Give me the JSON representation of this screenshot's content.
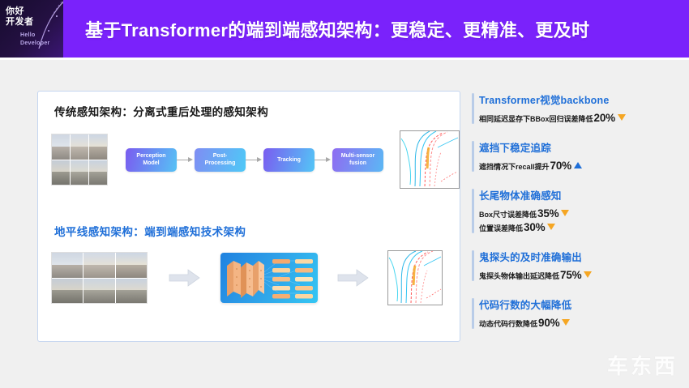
{
  "header": {
    "title": "基于Transformer的端到端感知架构：更稳定、更精准、更及时",
    "logo_cn_line1": "你好",
    "logo_cn_line2": "开发者",
    "logo_en_line1": "Hello",
    "logo_en_line2": "Developer",
    "background_color": "#7a22fb"
  },
  "card": {
    "top_section": {
      "title": "传统感知架构：分离式重后处理的感知架构",
      "pipeline": [
        {
          "label_line1": "Perception",
          "label_line2": "Model"
        },
        {
          "label_line1": "Post-",
          "label_line2": "Processing"
        },
        {
          "label_line1": "Tracking",
          "label_line2": ""
        },
        {
          "label_line1": "Multi-sensor",
          "label_line2": "fusion"
        }
      ],
      "input_image_name": "multi-camera-views",
      "output_image_name": "lane-topology-output"
    },
    "bottom_section": {
      "title": "地平线感知架构：端到端感知技术架构",
      "input_image_name": "multi-camera-views",
      "network_image_name": "end-to-end-neural-network",
      "output_image_name": "lane-topology-output"
    }
  },
  "metrics": [
    {
      "title": "Transformer视觉backbone",
      "lines": [
        {
          "text": "相同延迟显存下BBox回归误差降低",
          "value": "20%",
          "direction": "down"
        }
      ]
    },
    {
      "title": "遮挡下稳定追踪",
      "lines": [
        {
          "text": "遮挡情况下recall提升 ",
          "value": "70%",
          "direction": "up"
        }
      ]
    },
    {
      "title": "长尾物体准确感知",
      "lines": [
        {
          "text": "Box尺寸误差降低 ",
          "value": "35%",
          "direction": "down"
        },
        {
          "text": "位置误差降低 ",
          "value": "30%",
          "direction": "down"
        }
      ]
    },
    {
      "title": "鬼探头的及时准确输出",
      "lines": [
        {
          "text": "鬼探头物体输出延迟降低 ",
          "value": "75%",
          "direction": "down"
        }
      ]
    },
    {
      "title": "代码行数的大幅降低",
      "lines": [
        {
          "text": "动态代码行数降低 ",
          "value": "90%",
          "direction": "down"
        }
      ]
    }
  ],
  "watermark": {
    "text": "车东西"
  },
  "colors": {
    "header_purple": "#7a22fb",
    "metric_title_blue": "#1f6fd8",
    "down_arrow_orange": "#f5a623",
    "up_arrow_blue": "#1f6fd8",
    "card_border": "#c5d6f0",
    "page_background": "#f0f0f0"
  }
}
